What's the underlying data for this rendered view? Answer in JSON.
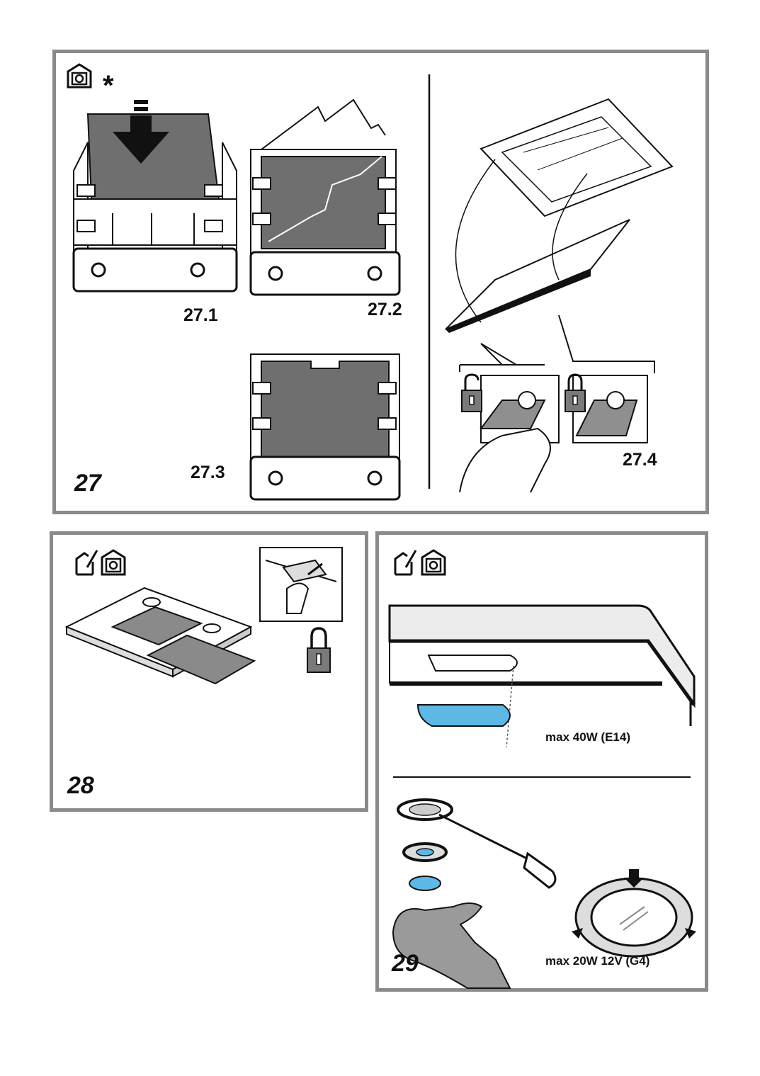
{
  "panel27": {
    "number": "27",
    "star": "*",
    "step_labels": [
      "27.1",
      "27.2",
      "27.3",
      "27.4"
    ],
    "icons": [
      "house-icon"
    ]
  },
  "panel28": {
    "number": "28",
    "icons": [
      "installer-icon",
      "house-icon",
      "padlock-icon"
    ]
  },
  "panel29": {
    "number": "29",
    "icons": [
      "installer-icon",
      "house-icon"
    ],
    "spec_top": "max 40W (E14)",
    "spec_bottom": "max 20W 12V (G4)"
  },
  "colors": {
    "frame": "#8a8a8a",
    "filter_fill": "#6f6f6f",
    "bulb_blue": "#5db8e6"
  }
}
